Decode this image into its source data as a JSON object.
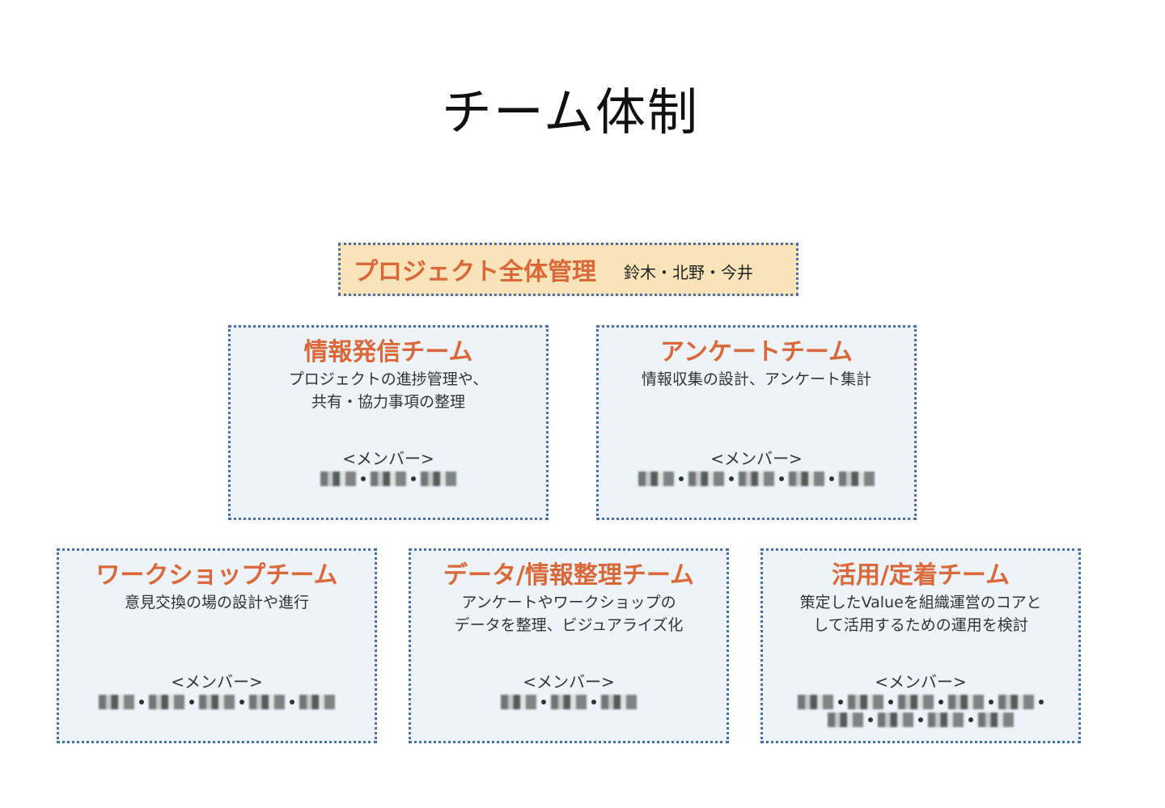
{
  "title": "チーム体制",
  "top": {
    "label": "プロジェクト全体管理",
    "members": "鈴木・北野・今井"
  },
  "teams": [
    {
      "name": "情報発信チーム",
      "desc": "プロジェクトの進捗管理や、\n共有・協力事項の整理",
      "members_label": "<メンバー>",
      "member_count": 3
    },
    {
      "name": "アンケートチーム",
      "desc": "情報収集の設計、アンケート集計",
      "members_label": "<メンバー>",
      "member_count": 5
    },
    {
      "name": "ワークショップチーム",
      "desc": "意見交換の場の設計や進行",
      "members_label": "<メンバー>",
      "member_count": 5
    },
    {
      "name": "データ/情報整理チーム",
      "desc": "アンケートやワークショップの\nデータを整理、ビジュアライズ化",
      "members_label": "<メンバー>",
      "member_count": 3
    },
    {
      "name": "活用/定着チーム",
      "desc": "策定したValueを組織運営のコアと\nして活用するための運用を検討",
      "members_label": "<メンバー>",
      "member_count": 9
    }
  ],
  "colors": {
    "accent": "#d9693a",
    "border": "#4a6fa5",
    "box_fill": "#eef3f8",
    "top_fill": "#f8e4b8"
  }
}
